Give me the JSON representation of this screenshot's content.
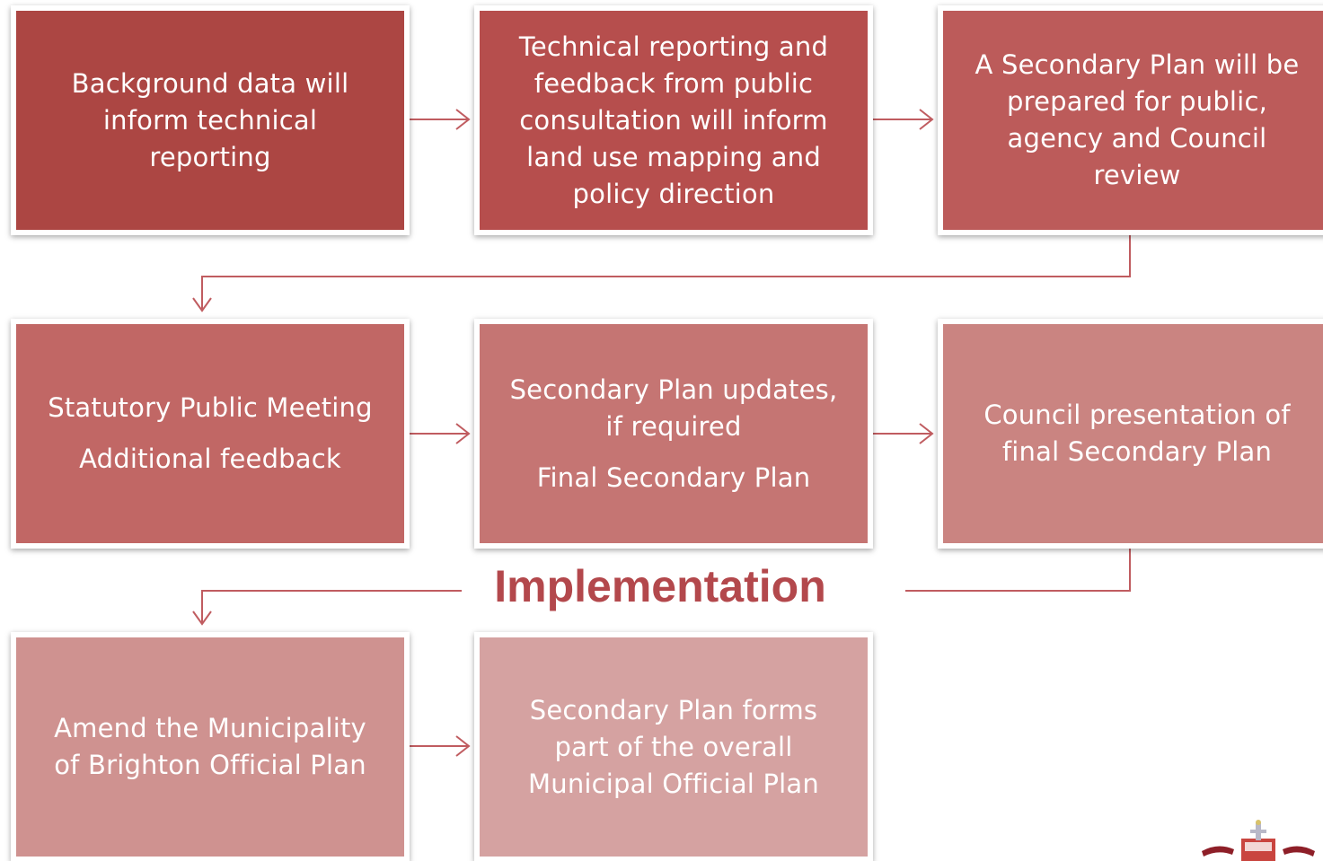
{
  "colors": {
    "connector": "#c05c60",
    "heading": "#b3484c",
    "step_fills": [
      "#ac4643",
      "#b64e4d",
      "#bc5b5a",
      "#c16765",
      "#c57573",
      "#ca8481",
      "#cf9290",
      "#d5a2a1"
    ]
  },
  "steps": [
    {
      "lines": [
        "Background data will",
        "inform technical",
        "reporting"
      ]
    },
    {
      "lines": [
        "Technical reporting and",
        "feedback from public",
        "consultation will inform",
        "land use mapping and",
        "policy direction"
      ]
    },
    {
      "lines": [
        "A Secondary Plan will be",
        "prepared for public,",
        "agency and Council",
        "review"
      ]
    },
    {
      "lines": [
        "Statutory Public Meeting",
        "Additional feedback"
      ]
    },
    {
      "lines": [
        "Secondary Plan updates,",
        "if required",
        "Final Secondary Plan"
      ]
    },
    {
      "lines": [
        "Council presentation of",
        "final Secondary Plan"
      ]
    },
    {
      "lines": [
        "Amend the Municipality",
        "of Brighton Official Plan"
      ]
    },
    {
      "lines": [
        "Secondary Plan forms",
        "part of the overall",
        "Municipal Official Plan"
      ]
    }
  ],
  "implementation_label": "Implementation",
  "logo": {
    "icon": "municipality-crest-icon"
  }
}
